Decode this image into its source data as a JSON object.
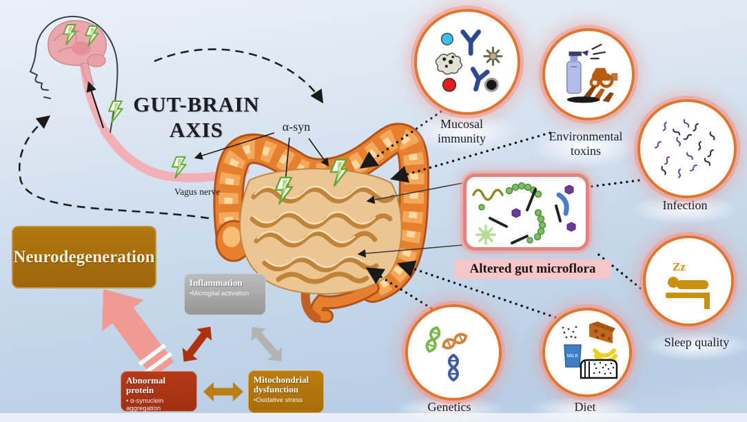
{
  "title": {
    "line1": "GUT-BRAIN",
    "line2": "AXIS"
  },
  "labels": {
    "alpha_syn": "α-syn",
    "vagus_nerve": "Vagus nerve",
    "altered_gut_microflora": "Altered gut microflora"
  },
  "boxes": {
    "neurodegeneration": {
      "title": "Neurodegeneration"
    },
    "inflammation": {
      "title": "Inflammation",
      "bullet": "•Microglial activation"
    },
    "abnormal_protein": {
      "title": "Abnormal protein",
      "bullet": "• α-synuclein aggregation"
    },
    "mitochondrial_dysfunction": {
      "title": "Mitochondrial dysfunction",
      "bullet": "•Oxidative stress"
    }
  },
  "factors": [
    {
      "id": "mucosal-immunity",
      "line1": "Mucosal",
      "line2": "immunity"
    },
    {
      "id": "environmental-toxins",
      "line1": "Environmental",
      "line2": "toxins"
    },
    {
      "id": "infection",
      "line1": "Infection",
      "line2": ""
    },
    {
      "id": "sleep-quality",
      "line1": "Sleep quality",
      "line2": ""
    },
    {
      "id": "diet",
      "line1": "Diet",
      "line2": ""
    },
    {
      "id": "genetics",
      "line1": "Genetics",
      "line2": ""
    }
  ],
  "icons": {
    "milk_text": "MILK",
    "sleep_zz": "Zz",
    "brain": "brain-icon",
    "intestine": "intestine-illustration",
    "lightning": "lightning-bolt-icon"
  },
  "colors": {
    "background_top": "#eaf0f8",
    "background_bottom": "#b7cde5",
    "circle_border": "#e0762e",
    "circle_glow": "#f3968a",
    "neurodegeneration_bg": "#a86c0f",
    "inflammation_bg": "#a7a7a7",
    "abnormal_protein_bg": "#ac3416",
    "mitochondrial_bg": "#b3750d",
    "vagus_band": "#f2b0b6",
    "bolt_green": "#63a830",
    "pink_arrow": "#f19a93",
    "red_arrow": "#ae3210",
    "gray_arrow": "#b3b3b3",
    "gold_arrow": "#bc7e16",
    "microflora_border": "#e2837d",
    "microflora_label_bg": "#f7c6c9"
  }
}
